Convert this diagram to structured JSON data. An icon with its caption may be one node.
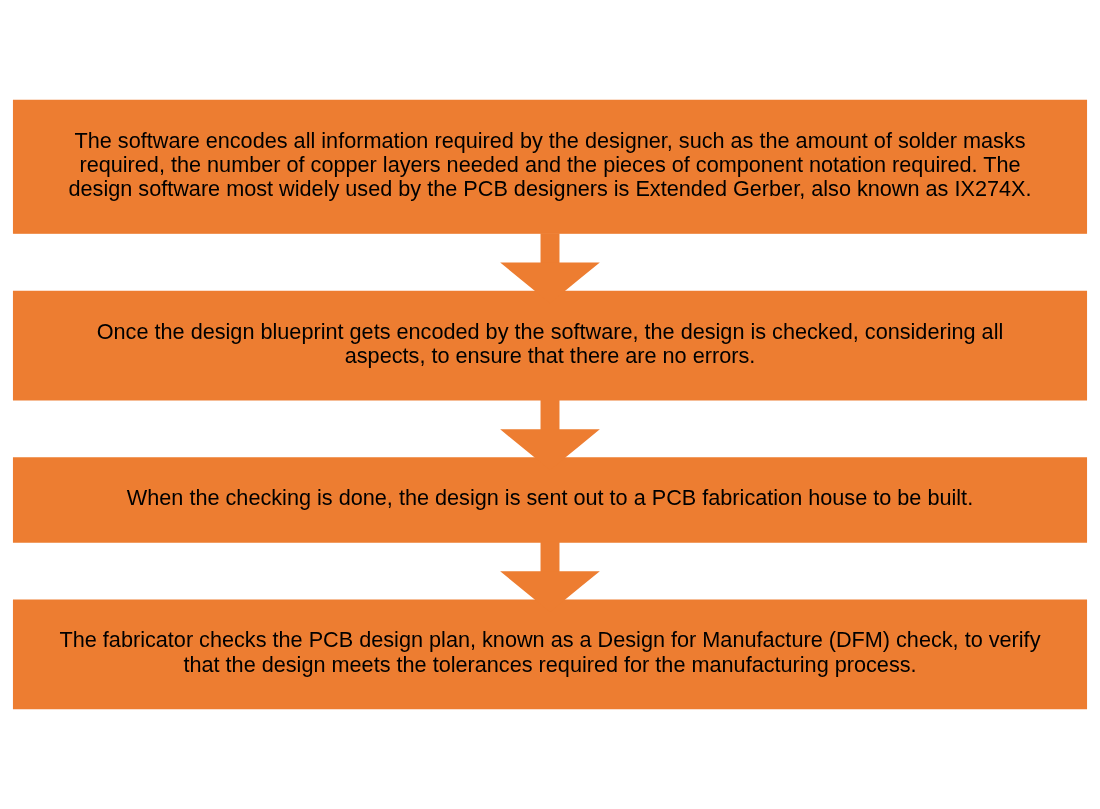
{
  "diagram": {
    "nodes": [
      {
        "text": [
          "The software encodes all information required by the designer, such as the amount of solder masks required, the number of copper layers needed and the pieces of component notation required. The design software most widely used by the PCB designers is Extended Gerber, also known as IX274X."
        ]
      },
      {
        "text": [
          "Once the design blueprint gets encoded by the software, the design is checked, considering all aspects, to ensure that there are no errors."
        ]
      },
      {
        "text": [
          "When the checking is done, the design is sent out to a PCB fabrication house to be built."
        ]
      },
      {
        "text": [
          "The fabricator checks the PCB design plan, known as a Design for Manufacture (DFM) check, to verify that the design meets the tolerances required for the manufacturing process."
        ]
      }
    ],
    "edges": [
      {
        "from": 0,
        "to": 1,
        "arrow": "to"
      },
      {
        "from": 1,
        "to": 2,
        "arrow": "to"
      },
      {
        "from": 2,
        "to": 3,
        "arrow": "to"
      }
    ]
  }
}
